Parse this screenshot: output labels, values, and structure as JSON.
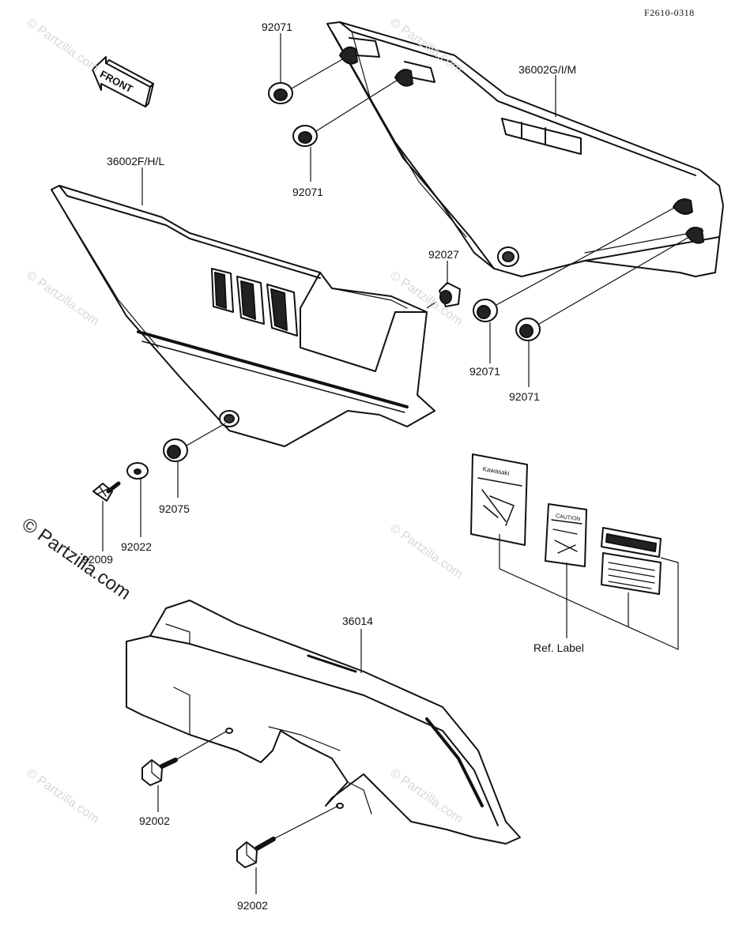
{
  "figure_code": "F2610-0318",
  "front_label": "FRONT",
  "watermark": "© Partzilla.com",
  "parts": {
    "grommet_1": "92071",
    "grommet_2": "92071",
    "cover_right": "36002G/I/M",
    "cover_left": "36002F/H/L",
    "collar": "92027",
    "grommet_3": "92071",
    "grommet_4": "92071",
    "grommet_5": "92075",
    "washer": "92022",
    "screw": "92009",
    "chain_cover": "36014",
    "bolt_1": "92002",
    "bolt_2": "92002"
  },
  "ref_label": "Ref. Label",
  "decal_texts": {
    "brand": "Kawasaki",
    "caution": "CAUTION"
  }
}
